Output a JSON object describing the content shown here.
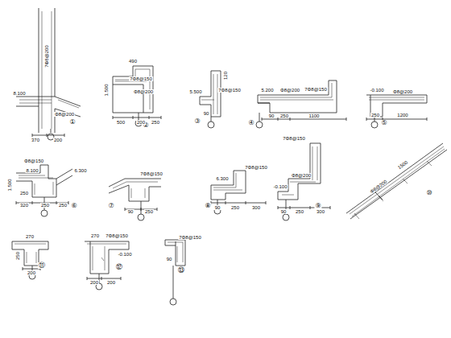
{
  "diagram": {
    "labels": [
      "①",
      "②",
      "③",
      "④",
      "⑤",
      "⑥",
      "⑦",
      "⑧",
      "⑨",
      "⑩",
      "⑪",
      "⑫",
      "⑬",
      "8.100",
      "7Φ8@200",
      "370",
      "200",
      "Φ8@200",
      "490",
      "7Φ8@150",
      "Φ8@200",
      "500",
      "200",
      "250",
      "1.500",
      "120",
      "7Φ8@150",
      "5.500",
      "90",
      "5.200",
      "Φ8@200",
      "7Φ8@150",
      "90",
      "250",
      "1100",
      "-0.100",
      "Φ8@200",
      "1200",
      "250",
      "Φ8@150",
      "8.100",
      "6.300",
      "1.500",
      "250",
      "320",
      "250",
      "250",
      "7Φ8@150",
      "90",
      "250",
      "6.300",
      "7Φ8@150",
      "90",
      "250",
      "300",
      "7Φ8@150",
      "Φ8@200",
      "-0.100",
      "90",
      "250",
      "300",
      "1500",
      "Φ8@200",
      "270",
      "250",
      "200",
      "270",
      "7Φ8@150",
      "-0.100",
      "200",
      "200",
      "7Φ8@150",
      "90"
    ]
  }
}
